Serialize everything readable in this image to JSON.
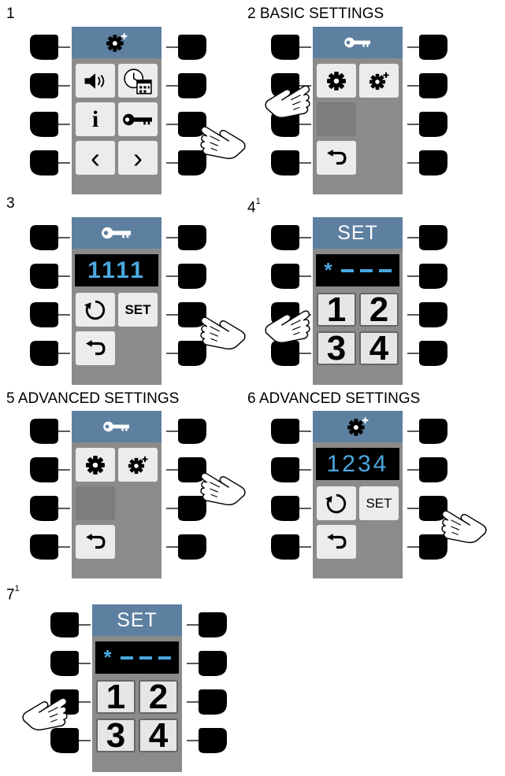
{
  "steps": [
    {
      "id": "1",
      "title": "",
      "note": ""
    },
    {
      "id": "2",
      "title": "BASIC SETTINGS",
      "note": ""
    },
    {
      "id": "3",
      "title": "",
      "note": ""
    },
    {
      "id": "4",
      "title": "",
      "note": "1"
    },
    {
      "id": "5",
      "title": "ADVANCED SETTINGS",
      "note": ""
    },
    {
      "id": "6",
      "title": "ADVANCED SETTINGS",
      "note": ""
    },
    {
      "id": "7",
      "title": "",
      "note": "1"
    }
  ],
  "screens": {
    "code_step3": "1111",
    "code_step6": "1234",
    "set_label": "SET",
    "entry_star": "*",
    "keypad": [
      "1",
      "2",
      "3",
      "4"
    ],
    "info_glyph": "i",
    "arrow_left": "‹",
    "arrow_right": "›"
  },
  "colors": {
    "header": "#5d7fa0",
    "screen": "#8b8b8b",
    "display_text": "#4aa8e0"
  },
  "icons": [
    "gear-plus-icon",
    "speaker-icon",
    "clock-calendar-icon",
    "info-icon",
    "key-icon",
    "arrow-left-icon",
    "arrow-right-icon",
    "gear-icon",
    "back-arrow-icon",
    "reset-icon",
    "hand-pointer-icon"
  ]
}
